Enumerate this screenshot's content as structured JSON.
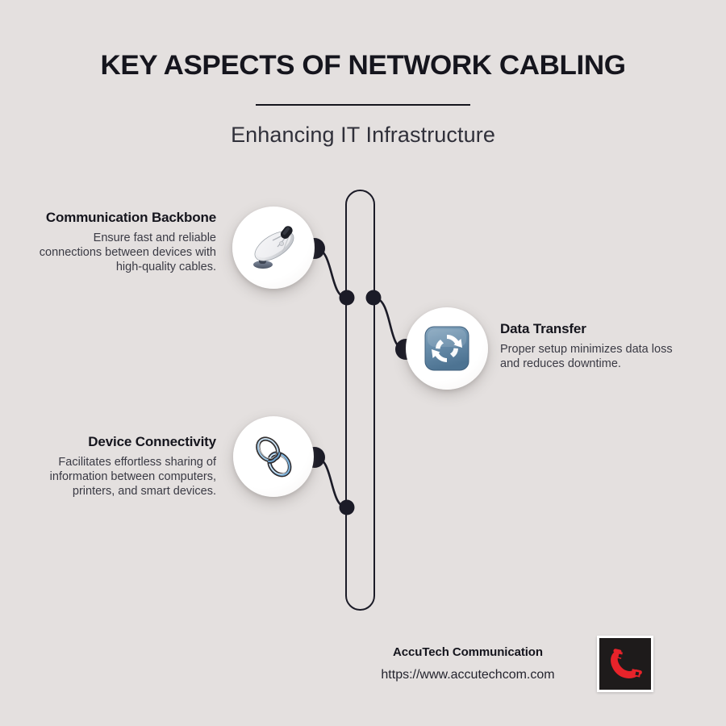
{
  "header": {
    "title": "KEY ASPECTS OF NETWORK CABLING",
    "subtitle": "Enhancing IT Infrastructure"
  },
  "colors": {
    "background": "#e4e0df",
    "ink": "#15151d",
    "spine": "#1b1b27",
    "accent_blue": "#5b86a8",
    "logo_red": "#e8232a",
    "logo_bg": "#1e1b1b"
  },
  "items": [
    {
      "heading": "Communication Backbone",
      "body": "Ensure fast and reliable connections between devices with high-quality cables.",
      "icon": "satellite-dish-icon",
      "side": "left"
    },
    {
      "heading": "Data Transfer",
      "body": "Proper setup minimizes data loss and reduces downtime.",
      "icon": "sync-arrows-icon",
      "side": "right"
    },
    {
      "heading": "Device Connectivity",
      "body": "Facilitates effortless sharing of information between computers, printers, and smart devices.",
      "icon": "chain-link-icon",
      "side": "left"
    }
  ],
  "footer": {
    "company": "AccuTech Communication",
    "url": "https://www.accutechcom.com",
    "logo_icon": "phone-handset-icon"
  }
}
